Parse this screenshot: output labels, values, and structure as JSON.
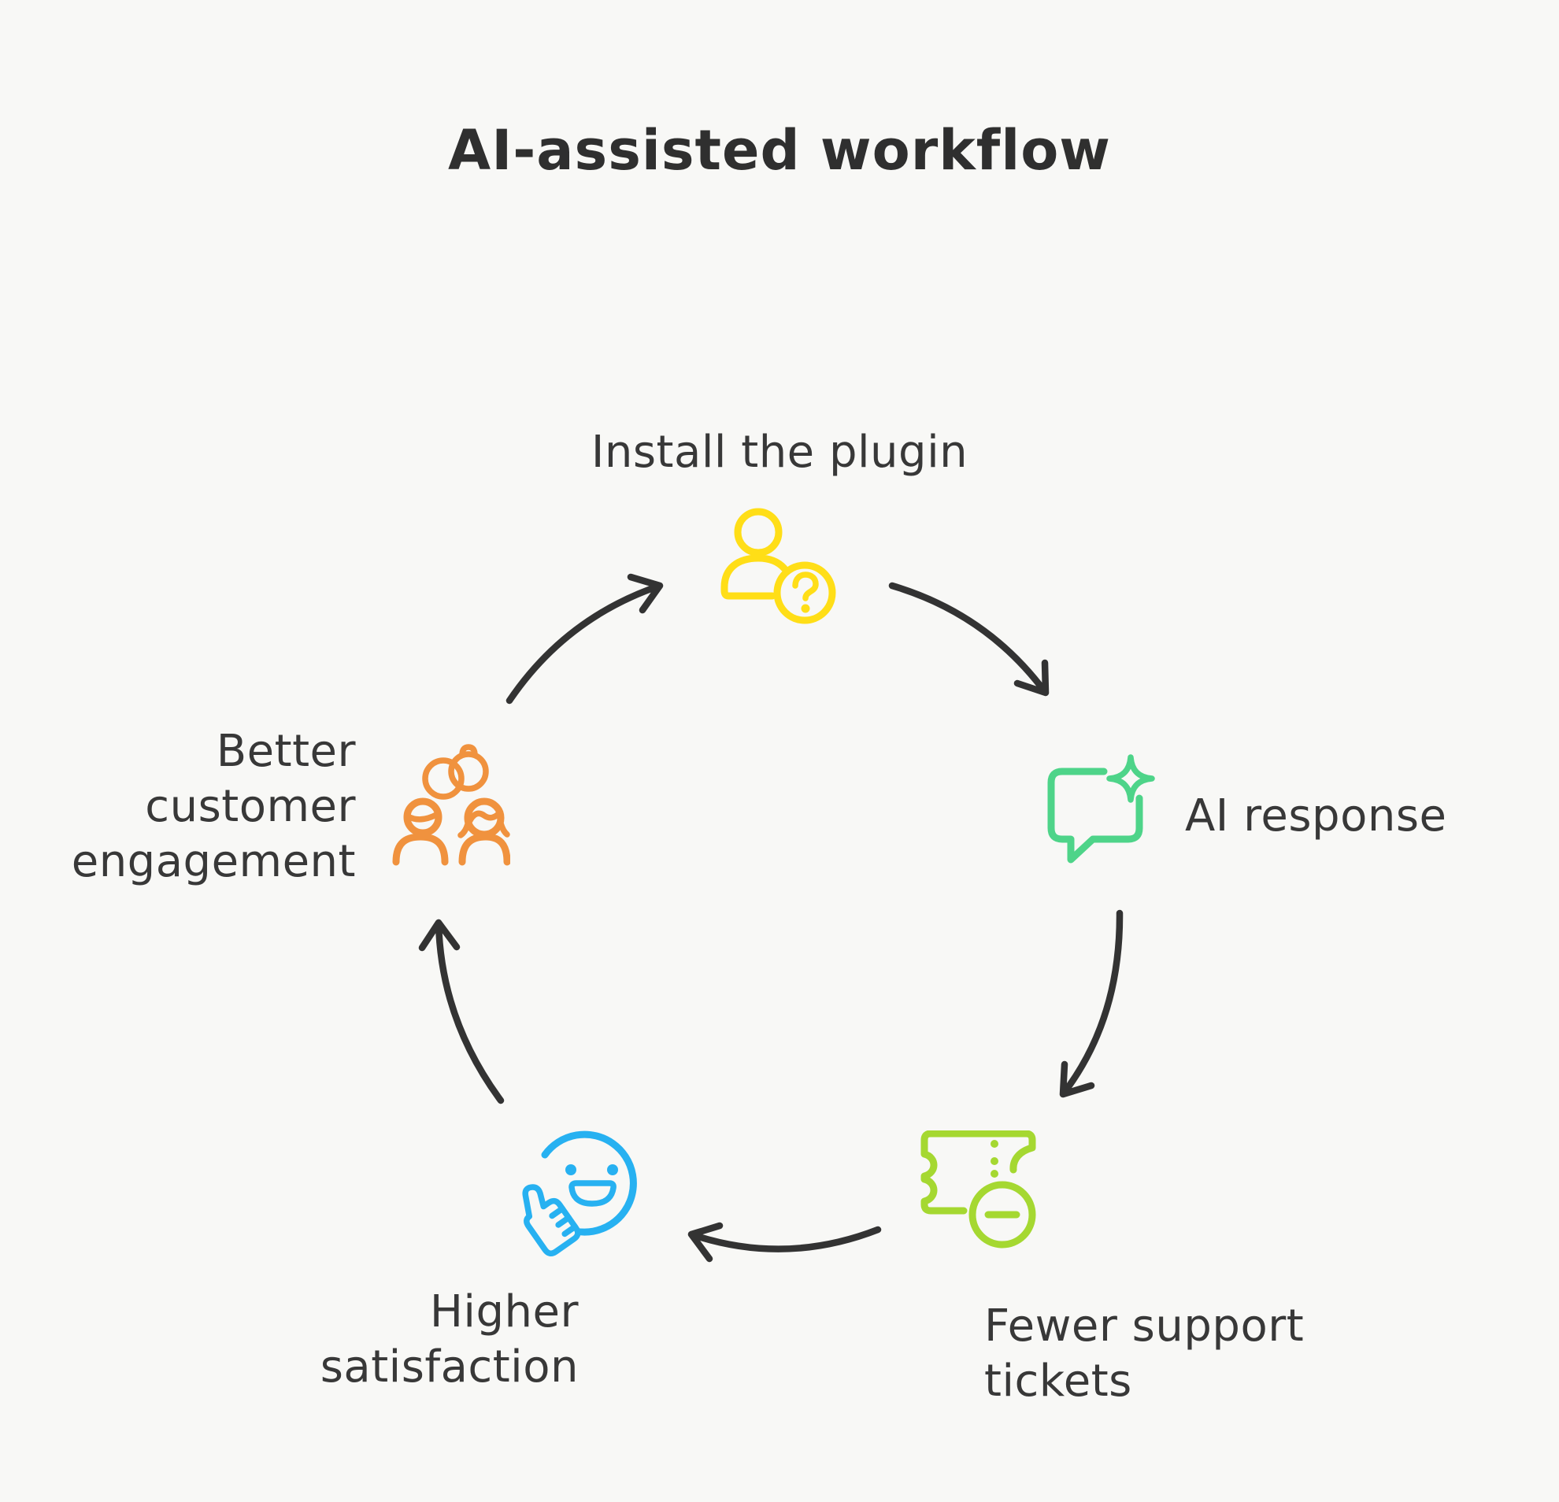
{
  "title": "AI-assisted workflow",
  "background_color": "#F8F8F6",
  "text_color": "#2F2F2F",
  "nodes": [
    {
      "label": "Install the plugin",
      "icon": "user-question-icon",
      "color": "#FFDE17",
      "position": "top"
    },
    {
      "label": "AI response",
      "icon": "chat-sparkle-icon",
      "color": "#4ED489",
      "position": "right"
    },
    {
      "label": "Fewer support\ntickets",
      "icon": "ticket-minus-icon",
      "color": "#A5D831",
      "position": "bottom-right"
    },
    {
      "label": "Higher\nsatisfaction",
      "icon": "smiley-thumbs-up-icon",
      "color": "#27B1F1",
      "position": "bottom-left"
    },
    {
      "label": "Better\ncustomer\nengagement",
      "icon": "people-rings-icon",
      "color": "#F0923E",
      "position": "left"
    }
  ],
  "flow": {
    "type": "cycle",
    "direction": "clockwise",
    "arrow_color": "#333333"
  }
}
